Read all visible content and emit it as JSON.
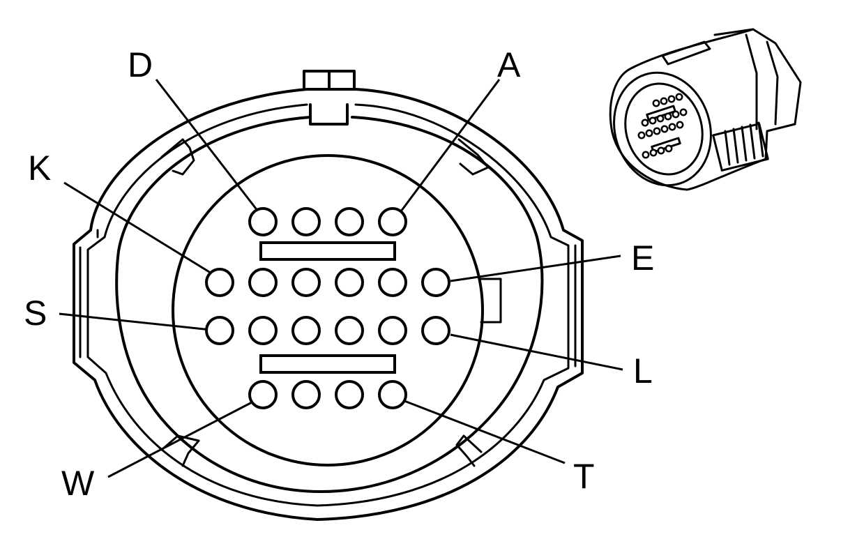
{
  "connector": {
    "pin_labels": {
      "D": "D",
      "A": "A",
      "K": "K",
      "E": "E",
      "S": "S",
      "L": "L",
      "W": "W",
      "T": "T"
    },
    "pin_rows": [
      4,
      6,
      6,
      4
    ]
  }
}
